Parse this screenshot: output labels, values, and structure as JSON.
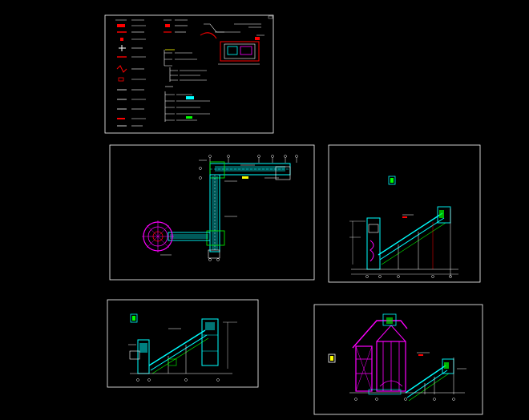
{
  "colors": {
    "background": "#000000",
    "frame": "#ffffff",
    "cyan": "#00ffff",
    "magenta": "#ff00ff",
    "green": "#00ff00",
    "red": "#ff0000",
    "yellow": "#ffff00",
    "white": "#ffffff"
  },
  "sheets": [
    {
      "name": "legend-sheet"
    },
    {
      "name": "plan-view-sheet"
    },
    {
      "name": "elevation-view-sheet-1"
    },
    {
      "name": "elevation-view-sheet-2"
    },
    {
      "name": "elevation-view-sheet-3"
    }
  ]
}
